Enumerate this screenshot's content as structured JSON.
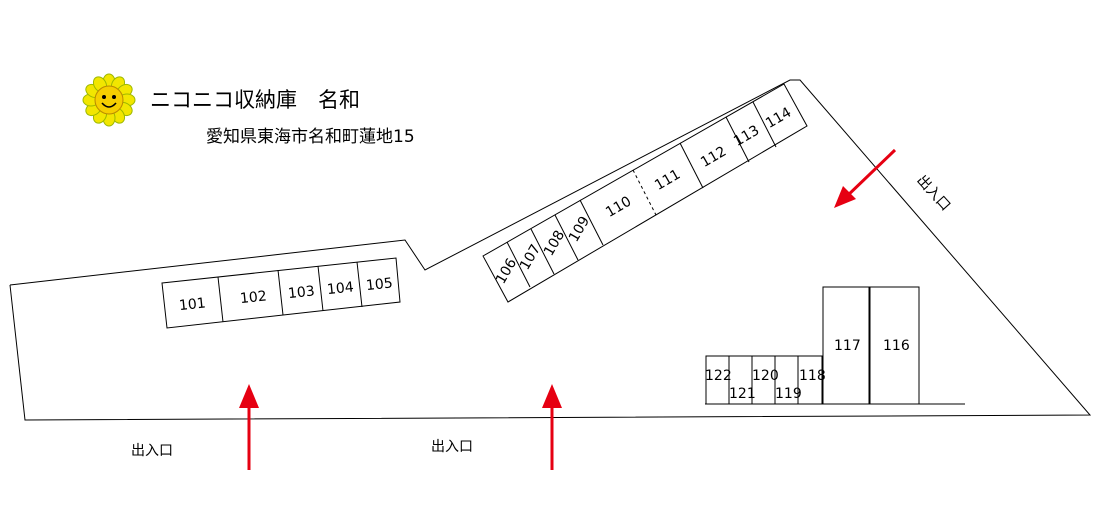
{
  "header": {
    "title": "ニコニコ収納庫　名和",
    "address": "愛知県東海市名和町蓮地15"
  },
  "entrances": [
    {
      "id": "entrance-bottom-left",
      "label": "出入口"
    },
    {
      "id": "entrance-bottom-middle",
      "label": "出入口"
    },
    {
      "id": "entrance-right",
      "label": "出入口"
    }
  ],
  "units": {
    "row_left": [
      "101",
      "102",
      "103",
      "104",
      "105"
    ],
    "row_diagonal": [
      "106",
      "107",
      "108",
      "109",
      "110",
      "111",
      "112",
      "113",
      "114"
    ],
    "cluster_right": [
      "116",
      "117",
      "118",
      "119",
      "120",
      "121",
      "122"
    ]
  },
  "colors": {
    "logo_petal": "#f2e600",
    "logo_petal_outline": "#9cb800",
    "logo_face": "#f6cf00",
    "arrow": "#e60012",
    "line": "#000000"
  }
}
